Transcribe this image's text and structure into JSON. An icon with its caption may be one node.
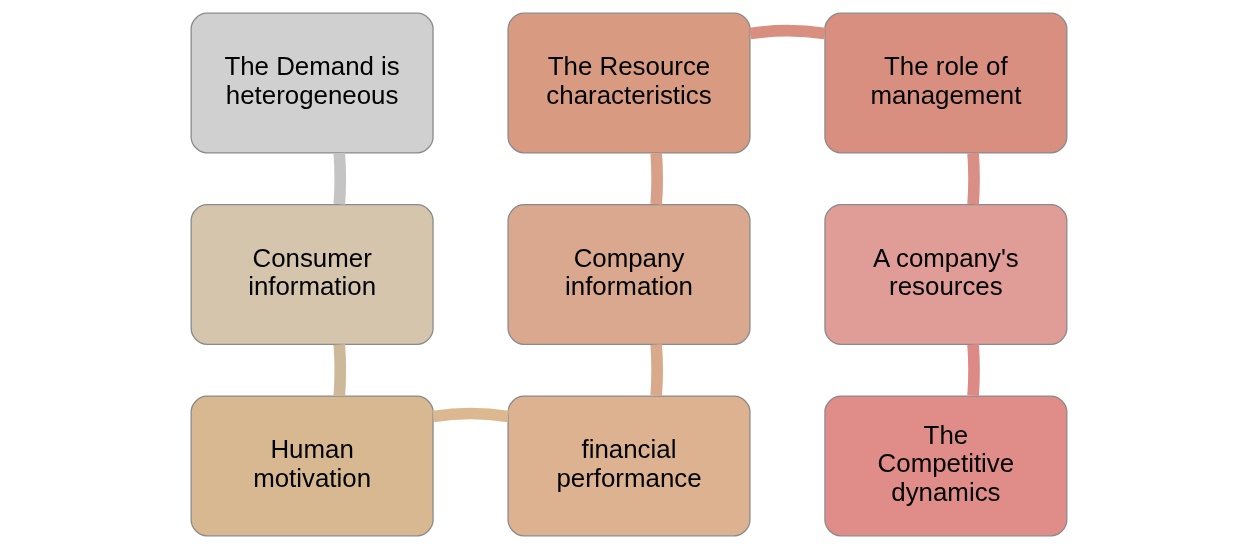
{
  "diagram": {
    "nodes": [
      {
        "text": [
          "The Demand is heterogeneous"
        ]
      },
      {
        "text": [
          "Consumer information"
        ]
      },
      {
        "text": [
          "Human motivation"
        ]
      },
      {
        "text": [
          "financial performance"
        ]
      },
      {
        "text": [
          "Company information"
        ]
      },
      {
        "text": [
          "The Resource characteristics"
        ]
      },
      {
        "text": [
          "The role of management"
        ]
      },
      {
        "text": [
          "A company's resources"
        ]
      },
      {
        "text": [
          "The Competitive dynamics"
        ]
      }
    ],
    "edges": [
      {
        "from": 0,
        "to": 1,
        "arrow": "none",
        "color": "#c4c4c4"
      },
      {
        "from": 1,
        "to": 2,
        "arrow": "none",
        "color": "#cdb99a"
      },
      {
        "from": 2,
        "to": 3,
        "arrow": "none",
        "color": "#dcb890"
      },
      {
        "from": 3,
        "to": 4,
        "arrow": "none",
        "color": "#d8a98a"
      },
      {
        "from": 4,
        "to": 5,
        "arrow": "none",
        "color": "#d8a088"
      },
      {
        "from": 5,
        "to": 6,
        "arrow": "none",
        "color": "#d98f80"
      },
      {
        "from": 6,
        "to": 7,
        "arrow": "none",
        "color": "#d98f85"
      },
      {
        "from": 7,
        "to": 8,
        "arrow": "none",
        "color": "#dc8a85"
      }
    ]
  }
}
